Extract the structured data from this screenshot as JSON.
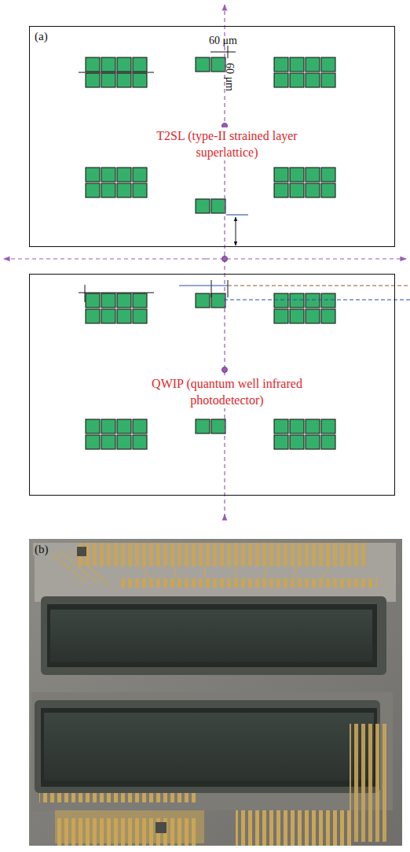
{
  "diagram": {
    "nodes": [
      {
        "text": [
          "T2SL (type-II strained layer superlattice)"
        ]
      },
      {
        "text": [
          "QWIP (quantum well infrared photodetector)"
        ]
      }
    ],
    "labels": [
      "(a)",
      "60 μm",
      "60 μm",
      "(b)"
    ]
  }
}
